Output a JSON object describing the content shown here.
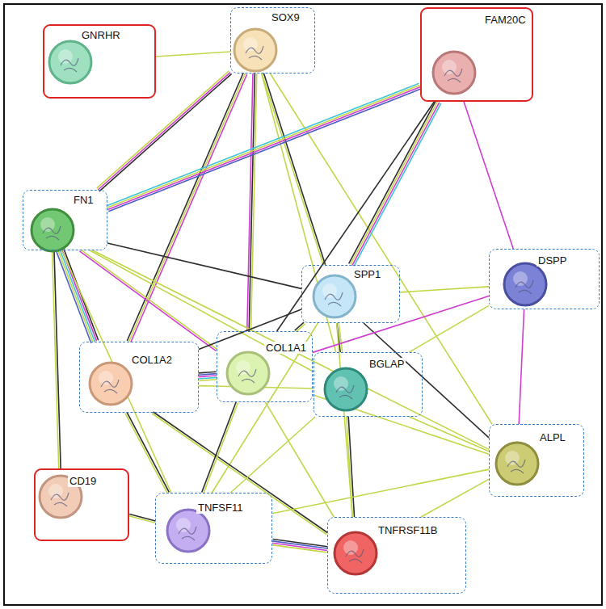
{
  "diagram": {
    "nodes": [
      {
        "text": [
          "GNRHR"
        ]
      },
      {
        "text": [
          "SOX9"
        ]
      },
      {
        "text": [
          "FAM20C"
        ]
      },
      {
        "text": [
          "FN1"
        ]
      },
      {
        "text": [
          "SPP1"
        ]
      },
      {
        "text": [
          "DSPP"
        ]
      },
      {
        "text": [
          "COL1A2"
        ]
      },
      {
        "text": [
          "COL1A1"
        ]
      },
      {
        "text": [
          "BGLAP"
        ]
      },
      {
        "text": [
          "ALPL"
        ]
      },
      {
        "text": [
          "CD19"
        ]
      },
      {
        "text": [
          "TNFSF11"
        ]
      },
      {
        "text": [
          "TNFRSF11B"
        ]
      }
    ],
    "edges": [
      {
        "from": 0,
        "to": 1,
        "arrow": "none"
      },
      {
        "from": 1,
        "to": 3,
        "arrow": "none"
      },
      {
        "from": 1,
        "to": 6,
        "arrow": "none"
      },
      {
        "from": 1,
        "to": 7,
        "arrow": "none"
      },
      {
        "from": 1,
        "to": 4,
        "arrow": "none"
      },
      {
        "from": 1,
        "to": 8,
        "arrow": "none"
      },
      {
        "from": 1,
        "to": 9,
        "arrow": "none"
      },
      {
        "from": 2,
        "to": 3,
        "arrow": "none"
      },
      {
        "from": 2,
        "to": 4,
        "arrow": "none"
      },
      {
        "from": 2,
        "to": 7,
        "arrow": "none"
      },
      {
        "from": 2,
        "to": 5,
        "arrow": "none"
      },
      {
        "from": 3,
        "to": 4,
        "arrow": "none"
      },
      {
        "from": 3,
        "to": 6,
        "arrow": "none"
      },
      {
        "from": 3,
        "to": 7,
        "arrow": "none"
      },
      {
        "from": 3,
        "to": 8,
        "arrow": "none"
      },
      {
        "from": 3,
        "to": 9,
        "arrow": "none"
      },
      {
        "from": 3,
        "to": 10,
        "arrow": "none"
      },
      {
        "from": 3,
        "to": 11,
        "arrow": "none"
      },
      {
        "from": 4,
        "to": 5,
        "arrow": "none"
      },
      {
        "from": 4,
        "to": 6,
        "arrow": "none"
      },
      {
        "from": 4,
        "to": 7,
        "arrow": "none"
      },
      {
        "from": 4,
        "to": 8,
        "arrow": "none"
      },
      {
        "from": 4,
        "to": 9,
        "arrow": "none"
      },
      {
        "from": 4,
        "to": 12,
        "arrow": "none"
      },
      {
        "from": 4,
        "to": 11,
        "arrow": "none"
      },
      {
        "from": 5,
        "to": 9,
        "arrow": "none"
      },
      {
        "from": 5,
        "to": 7,
        "arrow": "none"
      },
      {
        "from": 5,
        "to": 8,
        "arrow": "none"
      },
      {
        "from": 6,
        "to": 7,
        "arrow": "none"
      },
      {
        "from": 6,
        "to": 8,
        "arrow": "none"
      },
      {
        "from": 6,
        "to": 11,
        "arrow": "none"
      },
      {
        "from": 6,
        "to": 12,
        "arrow": "none"
      },
      {
        "from": 7,
        "to": 8,
        "arrow": "none"
      },
      {
        "from": 7,
        "to": 9,
        "arrow": "none"
      },
      {
        "from": 7,
        "to": 11,
        "arrow": "none"
      },
      {
        "from": 7,
        "to": 12,
        "arrow": "none"
      },
      {
        "from": 8,
        "to": 12,
        "arrow": "none"
      },
      {
        "from": 8,
        "to": 11,
        "arrow": "none"
      },
      {
        "from": 8,
        "to": 9,
        "arrow": "none"
      },
      {
        "from": 9,
        "to": 11,
        "arrow": "none"
      },
      {
        "from": 9,
        "to": 12,
        "arrow": "none"
      },
      {
        "from": 10,
        "to": 11,
        "arrow": "none"
      },
      {
        "from": 11,
        "to": 12,
        "arrow": "none"
      }
    ]
  }
}
